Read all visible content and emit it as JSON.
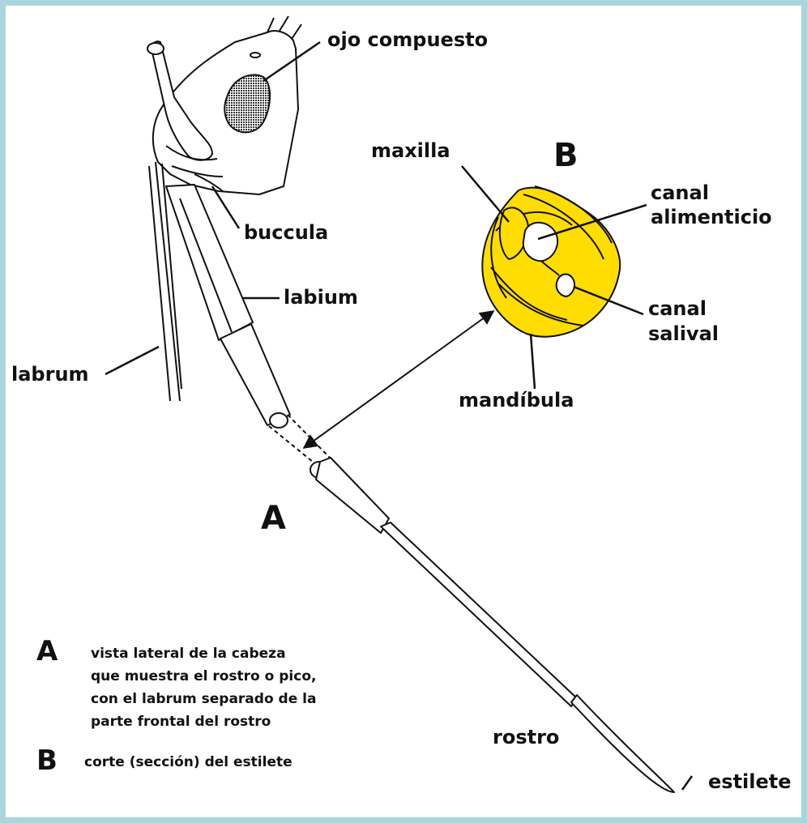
{
  "labels": {
    "ojo_compuesto": "ojo compuesto",
    "maxilla": "maxilla",
    "canal_alimenticio_1": "canal",
    "canal_alimenticio_2": "alimenticio",
    "buccula": "buccula",
    "labium": "labium",
    "canal_salival_1": "canal",
    "canal_salival_2": "salival",
    "labrum": "labrum",
    "mandibula": "mandíbula",
    "rostro": "rostro",
    "estilete": "estilete",
    "fig_a": "A",
    "fig_b": "B"
  },
  "legend": {
    "a_letter": "A",
    "a_lines": [
      "vista lateral de la cabeza",
      "que muestra el rostro o pico,",
      "con el labrum separado de la",
      "parte frontal del rostro"
    ],
    "b_letter": "B",
    "b_text": "corte (sección) del estilete"
  },
  "colors": {
    "border": "#a9d5dc",
    "cross_section": "#ffdd00",
    "eye_fill": "#555555"
  }
}
